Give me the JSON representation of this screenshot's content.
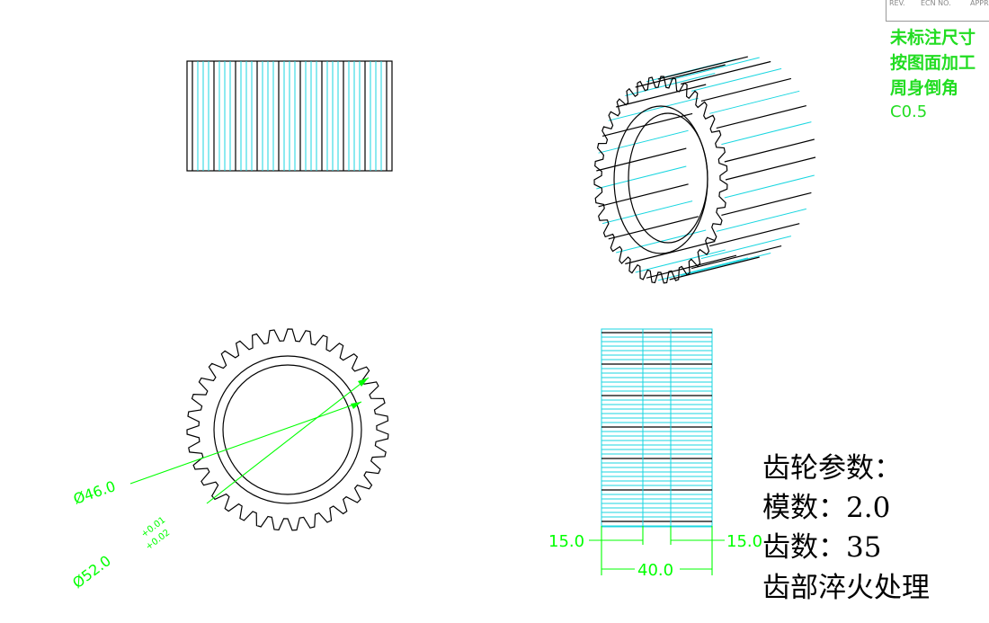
{
  "title_block": {
    "rev": "REV.",
    "ecn": "ECN NO.",
    "appr": "APPR"
  },
  "notes": {
    "line1": "未标注尺寸",
    "line2": "按图面加工",
    "line3": "周身倒角",
    "line4": "C0.5"
  },
  "gear_params": {
    "heading": "齿轮参数：",
    "module": "模数：2.0",
    "teeth": "齿数：35",
    "treatment": "齿部淬火处理"
  },
  "dimensions": {
    "inner_dia": "Ø46.0",
    "outer_dia": "Ø52.0",
    "tol_upper": "+0.01",
    "tol_lower": "+0.02",
    "left_len": "15.0",
    "right_len": "15.0",
    "total_len": "40.0"
  },
  "colors": {
    "outline": "#000000",
    "hidden": "#19d6e0",
    "dimension": "#00ff00",
    "note": "#22dd22"
  },
  "gear": {
    "teeth": 35
  }
}
